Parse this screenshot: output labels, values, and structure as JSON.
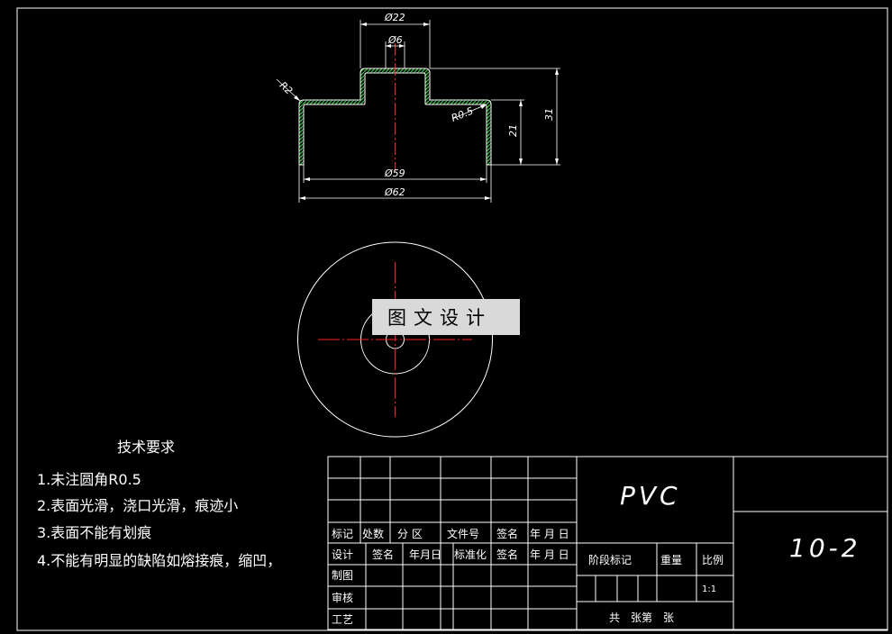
{
  "dimensions": {
    "d22": "Ø22",
    "d6": "Ø6",
    "r2": "R2",
    "r05": "R0.5",
    "h21": "21",
    "h31": "31",
    "d59": "Ø59",
    "d62": "Ø62"
  },
  "watermark": "图文设计",
  "tech_requirements": {
    "title": "技术要求",
    "items": [
      "1.未注圆角R0.5",
      "2.表面光滑，浇口光滑，痕迹小",
      "3.表面不能有划痕",
      "4.不能有明显的缺陷如熔接痕，缩凹，"
    ]
  },
  "title_block": {
    "material": "PVC",
    "drawing_number": "10-2",
    "revision_header": [
      "标记",
      "处数",
      "分 区",
      "文件号",
      "签名",
      "年 月 日"
    ],
    "approval_header": [
      "设计",
      "签名",
      "年月日",
      "标准化",
      "签名",
      "年 月 日"
    ],
    "roles": [
      "制图",
      "审核",
      "工艺"
    ],
    "stage_label": "阶段标记",
    "weight_label": "重量",
    "scale_label": "比例",
    "scale_value": "1:1",
    "sheet_label": "共　张第　张"
  }
}
